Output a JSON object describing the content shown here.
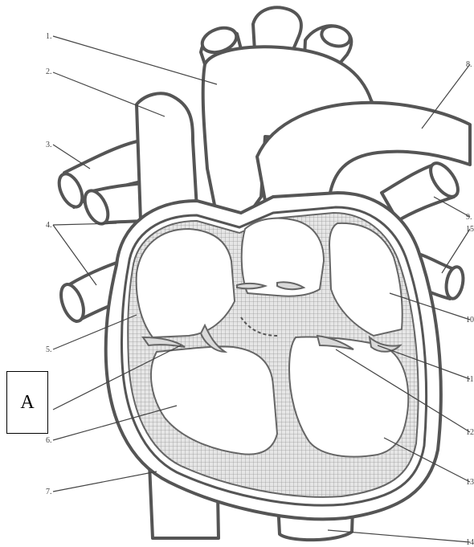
{
  "diagram": {
    "box_label": "A",
    "stroke_color": "#555555",
    "hatch_color": "#9a9a9a",
    "wall_fill": "#e4e4e4",
    "label_markers": [
      "1.",
      "2.",
      "3.",
      "4.",
      "5.",
      "6.",
      "7.",
      "8.",
      "9.",
      "10.",
      "11.",
      "12.",
      "13.",
      "14.",
      "15."
    ]
  }
}
